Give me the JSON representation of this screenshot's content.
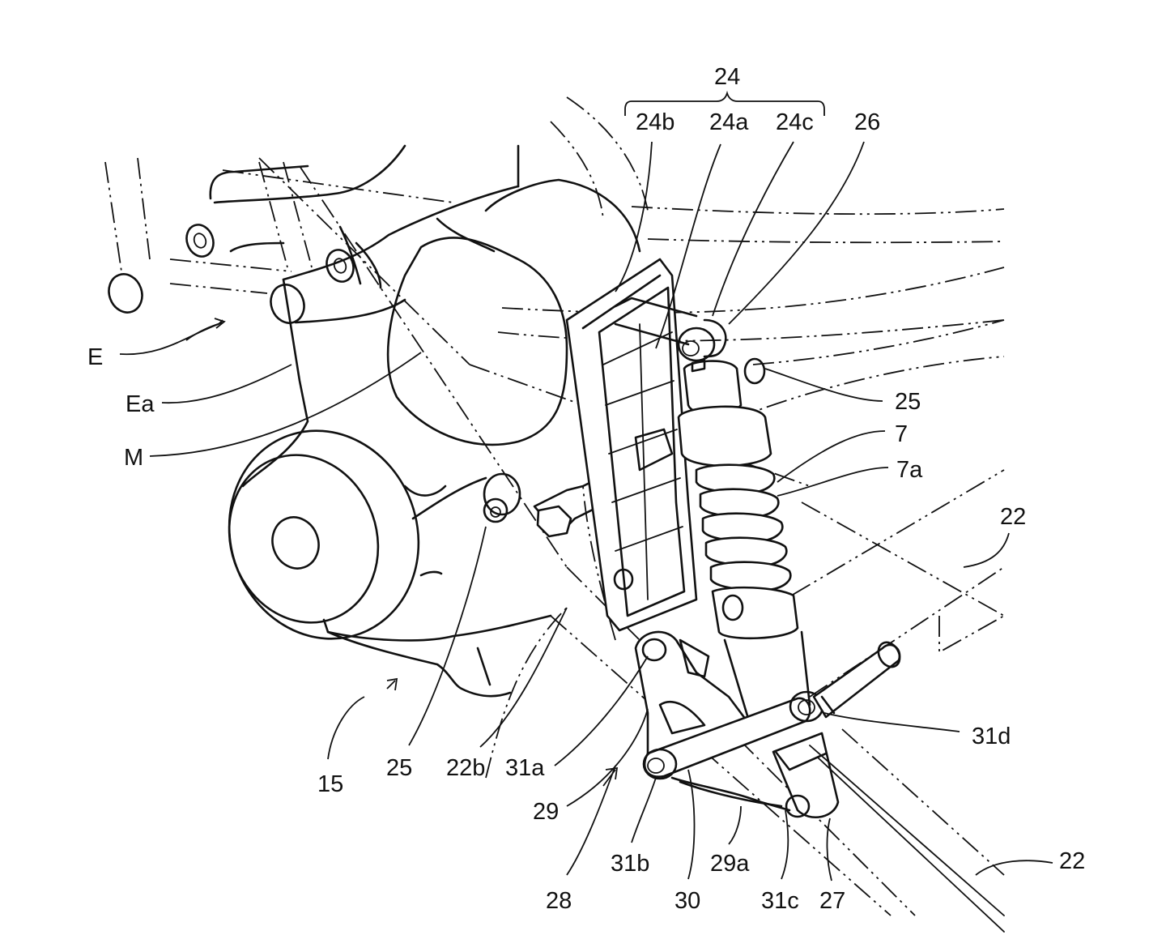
{
  "figure": {
    "type": "patent-drawing",
    "description": "Perspective view of engine mount region with rear suspension cushion unit and link mechanism"
  },
  "labels": {
    "group_24": "24",
    "l_24b": "24b",
    "l_24a": "24a",
    "l_24c": "24c",
    "l_26": "26",
    "l_25_right": "25",
    "l_7": "7",
    "l_7a": "7a",
    "l_22_upper": "22",
    "l_31d": "31d",
    "l_22_lower": "22",
    "l_E": "E",
    "l_Ea": "Ea",
    "l_M": "M",
    "l_15": "15",
    "l_25_left": "25",
    "l_22b": "22b",
    "l_31a": "31a",
    "l_29": "29",
    "l_28": "28",
    "l_31b": "31b",
    "l_30": "30",
    "l_29a": "29a",
    "l_31c": "31c",
    "l_27": "27"
  }
}
